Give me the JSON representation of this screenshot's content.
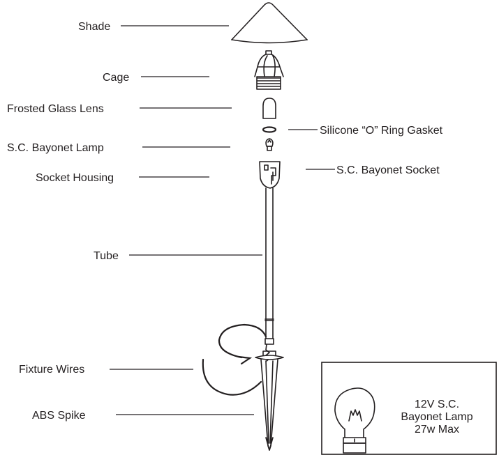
{
  "labels": {
    "shade": "Shade",
    "cage": "Cage",
    "frosted_glass_lens": "Frosted Glass Lens",
    "silicone_o_ring_gasket": "Silicone “O” Ring Gasket",
    "sc_bayonet_lamp": "S.C. Bayonet Lamp",
    "socket_housing": "Socket Housing",
    "sc_bayonet_socket": "S.C. Bayonet Socket",
    "tube": "Tube",
    "fixture_wires": "Fixture Wires",
    "abs_spike": "ABS Spike"
  },
  "lamp_box": {
    "line1": "12V S.C.",
    "line2": "Bayonet Lamp",
    "line3": "27w Max"
  }
}
